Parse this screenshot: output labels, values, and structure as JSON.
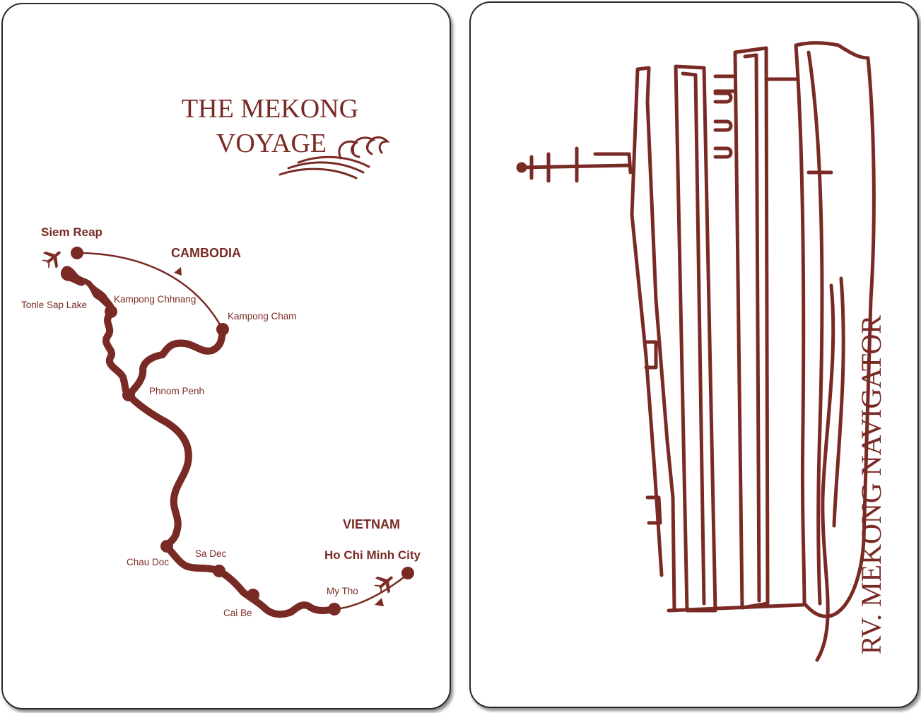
{
  "colors": {
    "brand": "#7a2a24",
    "river_light": "#d9b49a",
    "border": "#2a2a2a",
    "background": "#ffffff"
  },
  "title": {
    "line1": "THE MEKONG",
    "line2": "VOYAGE"
  },
  "map": {
    "countries": {
      "cambodia": "CAMBODIA",
      "vietnam": "VIETNAM"
    },
    "places": {
      "siem_reap": "Siem Reap",
      "tonle_sap_lake": "Tonle Sap Lake",
      "kampong_chhnang": "Kampong Chhnang",
      "kampong_cham": "Kampong Cham",
      "phnom_penh": "Phnom Penh",
      "chau_doc": "Chau Doc",
      "sa_dec": "Sa Dec",
      "cai_be": "Cai Be",
      "my_tho": "My Tho",
      "ho_chi_minh_city": "Ho Chi Minh City"
    },
    "icons": [
      "airplane-icon",
      "airplane-icon",
      "wave-icon"
    ]
  },
  "ship": {
    "name": "RV. MEKONG NAVIGATOR"
  }
}
